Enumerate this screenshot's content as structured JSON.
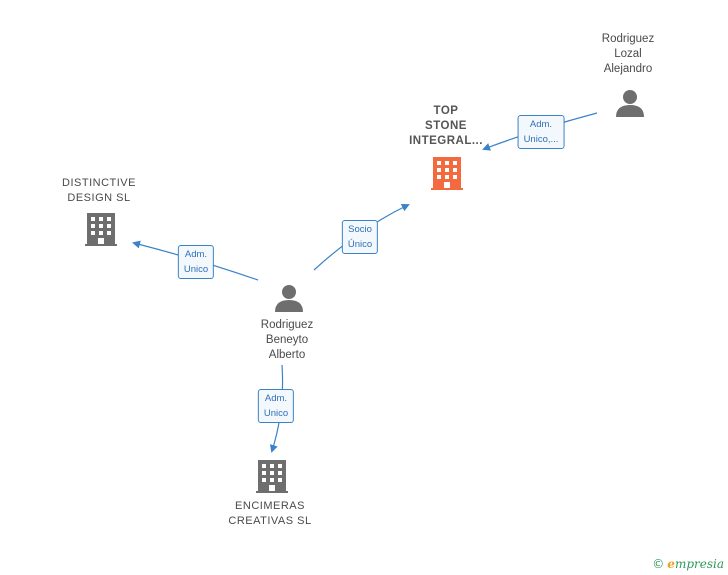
{
  "nodes": {
    "top_stone": {
      "label_lines": [
        "TOP",
        "STONE",
        "INTEGRAL..."
      ],
      "type": "company",
      "highlight": true
    },
    "distinctive": {
      "label_lines": [
        "DISTINCTIVE",
        "DESIGN  SL"
      ],
      "type": "company"
    },
    "encimeras": {
      "label_lines": [
        "ENCIMERAS",
        "CREATIVAS SL"
      ],
      "type": "company"
    },
    "rodriguez_lozal": {
      "label_lines": [
        "Rodriguez",
        "Lozal",
        "Alejandro"
      ],
      "type": "person"
    },
    "rodriguez_beneyto": {
      "label_lines": [
        "Rodriguez",
        "Beneyto",
        "Alberto"
      ],
      "type": "person"
    }
  },
  "edges": {
    "lozal_to_top": {
      "label_lines": [
        "Adm.",
        "Unico,..."
      ]
    },
    "beneyto_to_top": {
      "label_lines": [
        "Socio",
        "Único"
      ]
    },
    "beneyto_to_distinctive": {
      "label_lines": [
        "Adm.",
        "Unico"
      ]
    },
    "beneyto_to_encimeras": {
      "label_lines": [
        "Adm.",
        "Unico"
      ]
    }
  },
  "colors": {
    "company_icon": "#6e6e6e",
    "company_icon_highlight": "#f26a3d",
    "person_icon": "#6e6e6e",
    "edge": "#3b82c8",
    "edge_label_text": "#2f6fb5",
    "edge_label_bg": "#f3f8fd"
  },
  "footer": {
    "copyright": "©",
    "brand_initial": "e",
    "brand_rest": "mpresia"
  }
}
